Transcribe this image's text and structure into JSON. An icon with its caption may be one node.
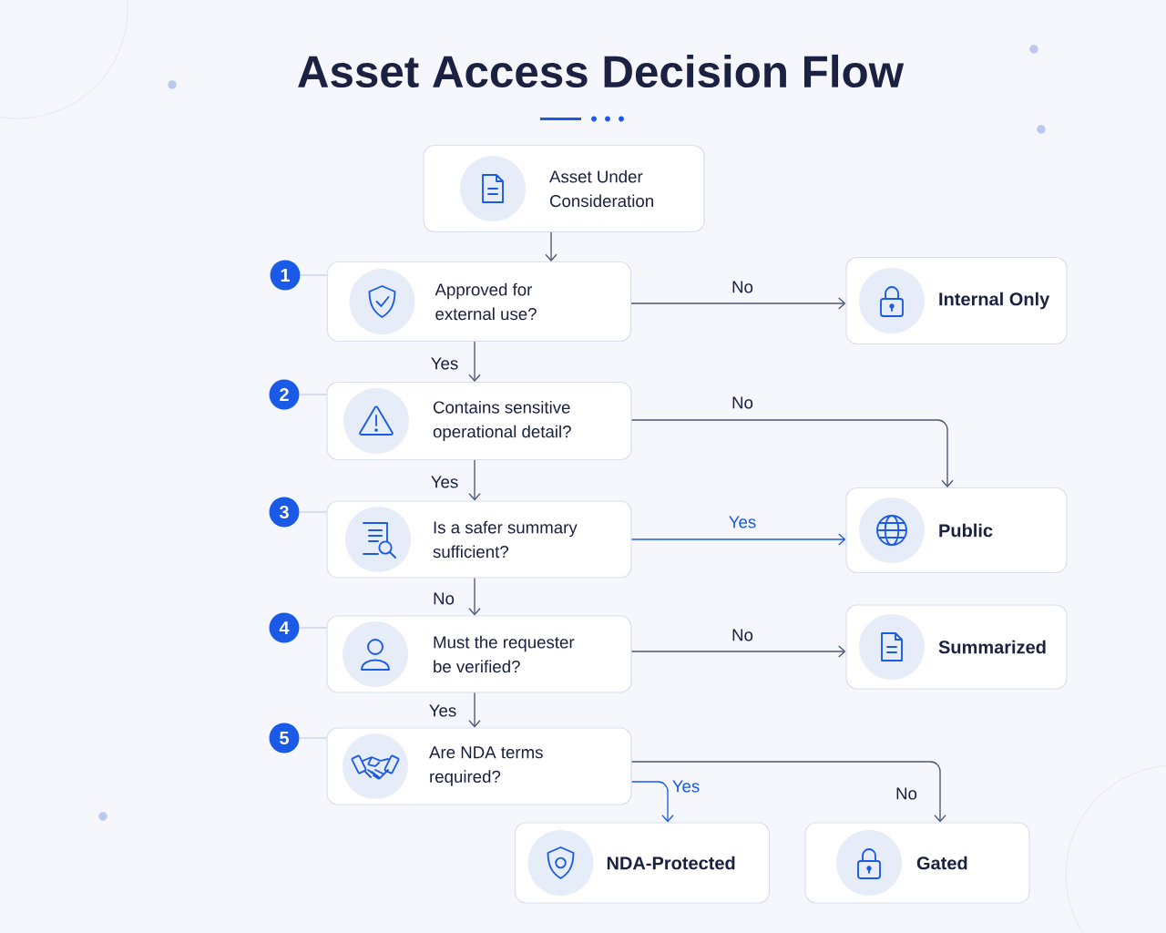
{
  "diagram": {
    "title": "Asset Access Decision Flow",
    "nodes": [
      {
        "text": [
          "Asset Under Consideration"
        ]
      },
      {
        "text": [
          "1"
        ]
      },
      {
        "text": [
          "Approved for external use?"
        ]
      },
      {
        "text": [
          "Internal Only"
        ]
      },
      {
        "text": [
          "2"
        ]
      },
      {
        "text": [
          "Contains sensitive operational detail?"
        ]
      },
      {
        "text": [
          "Public"
        ]
      },
      {
        "text": [
          "3"
        ]
      },
      {
        "text": [
          "Is a safer summary sufficient?"
        ]
      },
      {
        "text": [
          "4"
        ]
      },
      {
        "text": [
          "Must the requester be verified?"
        ]
      },
      {
        "text": [
          "Summarized"
        ]
      },
      {
        "text": [
          "5"
        ]
      },
      {
        "text": [
          "Are NDA terms required?"
        ]
      },
      {
        "text": [
          "NDA-Protected"
        ]
      },
      {
        "text": [
          "Gated"
        ]
      }
    ],
    "edges": [
      {
        "from": 0,
        "to": 2,
        "arrow": "to"
      },
      {
        "from": 1,
        "to": 2,
        "arrow": "none",
        "color": "#c7d1e8"
      },
      {
        "from": 2,
        "to": 3,
        "arrow": "to",
        "label": "No"
      },
      {
        "from": 2,
        "to": 5,
        "arrow": "to",
        "label": "Yes"
      },
      {
        "from": 4,
        "to": 5,
        "arrow": "none",
        "color": "#c7d1e8"
      },
      {
        "from": 5,
        "to": 6,
        "arrow": "to",
        "label": "No"
      },
      {
        "from": 5,
        "to": 8,
        "arrow": "to",
        "label": "Yes"
      },
      {
        "from": 7,
        "to": 8,
        "arrow": "none",
        "color": "#c7d1e8"
      },
      {
        "from": 8,
        "to": 6,
        "arrow": "to",
        "label": "Yes",
        "color": "#1a5ae6"
      },
      {
        "from": 8,
        "to": 10,
        "arrow": "to",
        "label": "No"
      },
      {
        "from": 9,
        "to": 10,
        "arrow": "none",
        "color": "#c7d1e8"
      },
      {
        "from": 10,
        "to": 11,
        "arrow": "to",
        "label": "No"
      },
      {
        "from": 10,
        "to": 13,
        "arrow": "to",
        "label": "Yes"
      },
      {
        "from": 12,
        "to": 13,
        "arrow": "none",
        "color": "#c7d1e8"
      },
      {
        "from": 13,
        "to": 14,
        "arrow": "to",
        "label": "Yes",
        "color": "#1a5ae6"
      },
      {
        "from": 13,
        "to": 15,
        "arrow": "to",
        "label": "No"
      }
    ]
  }
}
